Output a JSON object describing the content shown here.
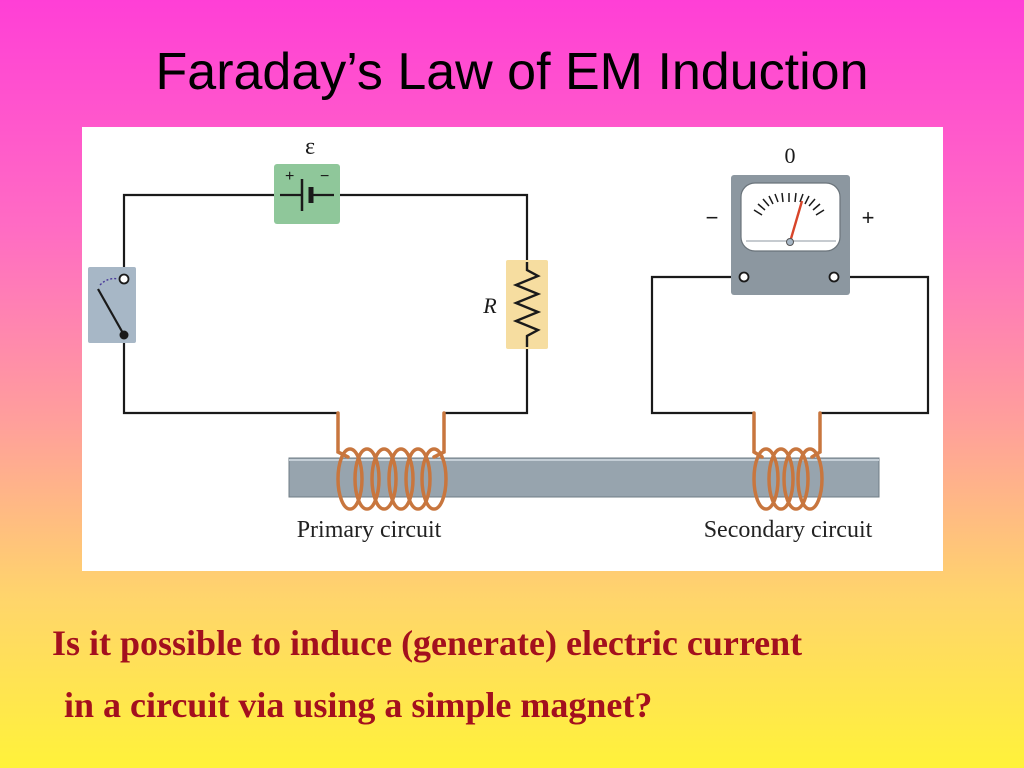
{
  "slide": {
    "title": "Faraday’s Law of EM Induction",
    "question_line1": "Is it possible to induce (generate) electric current",
    "question_line2": "in a circuit via using a simple magnet?"
  },
  "diagram": {
    "emf_symbol": "ε",
    "battery_plus": "+",
    "battery_minus": "−",
    "resistor_label": "R",
    "meter_zero_label": "0",
    "meter_minus": "−",
    "meter_plus": "+",
    "primary_label": "Primary circuit",
    "secondary_label": "Secondary circuit"
  },
  "colors": {
    "wire": "#1a1a1a",
    "battery_box": "#8fc79a",
    "resistor_box": "#f6dda0",
    "switch_box": "#a7b7c6",
    "meter_body": "#8c97a0",
    "coil": "#c8763e",
    "iron_core": "#97a4ae",
    "question_text": "#a3101e"
  }
}
